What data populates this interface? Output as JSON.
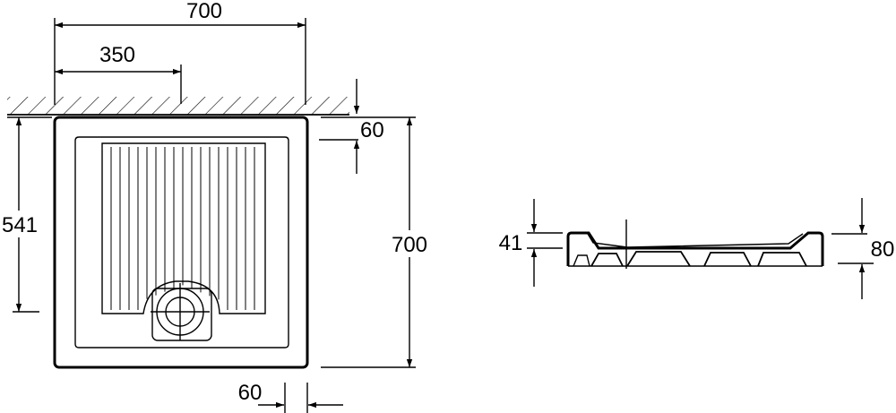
{
  "drawing": {
    "top_width_label": "700",
    "drain_offset_label": "350",
    "wall_gap_top_label": "60",
    "left_depth_label": "541",
    "right_height_label": "700",
    "bottom_gap_label": "60",
    "side_inner_depth_label": "41",
    "side_total_height_label": "80"
  }
}
